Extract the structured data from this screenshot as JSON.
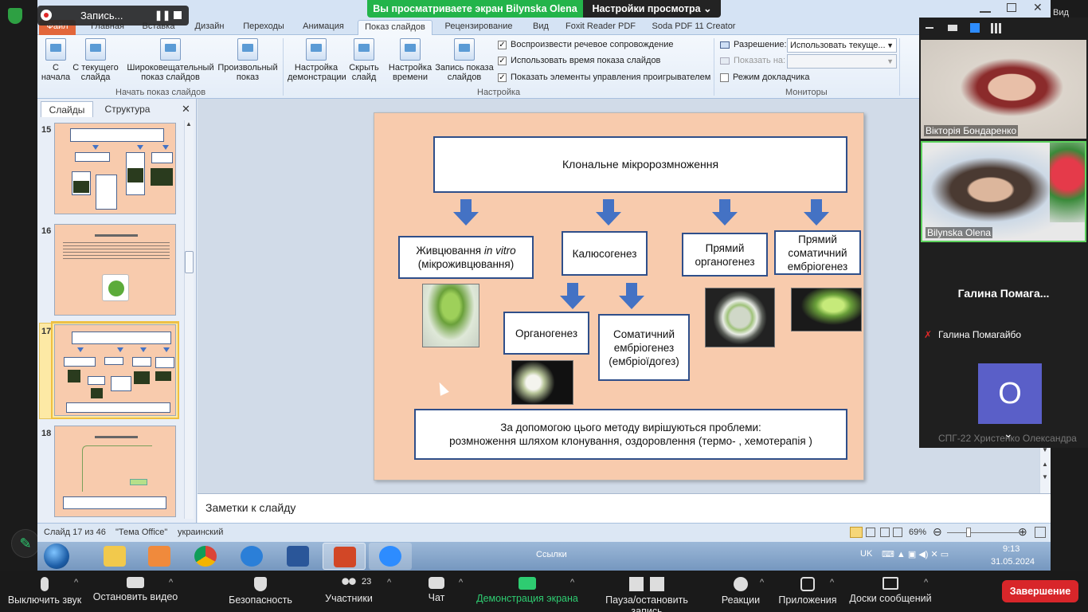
{
  "zoom_banner": {
    "sharing_text": "Вы просматриваете экран Bilynska Olena",
    "view_options": "Настройки просмотра"
  },
  "recording": {
    "label": "Запись..."
  },
  "ppt": {
    "tabs": [
      "Файл",
      "Главная",
      "Вставка",
      "Дизайн",
      "Переходы",
      "Анимация",
      "Показ слайдов",
      "Рецензирование",
      "Вид",
      "Foxit Reader PDF",
      "Soda PDF 11 Creator"
    ],
    "ribbon": {
      "start_group": {
        "label": "Начать показ слайдов",
        "buttons": [
          "С начала",
          "С текущего слайда",
          "Широковещательный показ слайдов",
          "Произвольный показ"
        ]
      },
      "setup_group": {
        "label": "Настройка",
        "buttons": [
          "Настройка демонстрации",
          "Скрыть слайд",
          "Настройка времени",
          "Запись показа слайдов"
        ],
        "checkboxes": [
          "Воспроизвести речевое сопровождение",
          "Использовать время показа слайдов",
          "Показать элементы управления проигрывателем"
        ]
      },
      "monitors_group": {
        "label": "Мониторы",
        "resolution_label": "Разрешение:",
        "resolution_value": "Использовать текуще...",
        "show_on_label": "Показать на:",
        "presenter_view": "Режим докладчика"
      }
    },
    "left_panel": {
      "tab_slides": "Слайды",
      "tab_outline": "Структура",
      "slide_numbers": [
        "15",
        "16",
        "17",
        "18"
      ]
    },
    "slide": {
      "title": "Клональне мікророзмноження",
      "micro_a": "Живцювання",
      "micro_b": "in vitro",
      "micro_c": "(мікроживцювання)",
      "callus": "Калюсогенез",
      "organo_direct": "Прямий органогенез",
      "embryo_direct": "Прямий соматичний ембріогенез",
      "organo": "Органогенез",
      "soma": "Соматичний ембріогенез (ембріоїдогез)",
      "bottom_1": "За допомогою цього методу вирішуються проблеми:",
      "bottom_2": "розмноження шляхом клонування, оздоровлення  (термо- , хемотерапія )"
    },
    "notes_placeholder": "Заметки к слайду",
    "status": {
      "slide_info": "Слайд 17 из 46",
      "theme": "\"Тема Office\"",
      "language": "украинский",
      "zoom": "69%"
    }
  },
  "taskbar": {
    "links": "Ссылки",
    "lang": "UK",
    "time": "9:13",
    "date": "31.05.2024"
  },
  "gallery": {
    "participants": [
      {
        "name": "Вікторія Бондаренко"
      },
      {
        "name": "Bilynska Olena"
      },
      {
        "name": "Галина  Помага...",
        "subname": "Галина Помагайбо"
      },
      {
        "name": "О",
        "subname": "СПГ-22 Христенко Олександра"
      }
    ],
    "view_label": "Вид"
  },
  "zoom_toolbar": {
    "mute": "Выключить звук",
    "video": "Остановить видео",
    "security": "Безопасность",
    "participants": "Участники",
    "participants_count": "23",
    "chat": "Чат",
    "share": "Демонстрация экрана",
    "record": "Пауза/остановить запись",
    "reactions": "Реакции",
    "apps": "Приложения",
    "whiteboards": "Доски сообщений",
    "end": "Завершение"
  }
}
